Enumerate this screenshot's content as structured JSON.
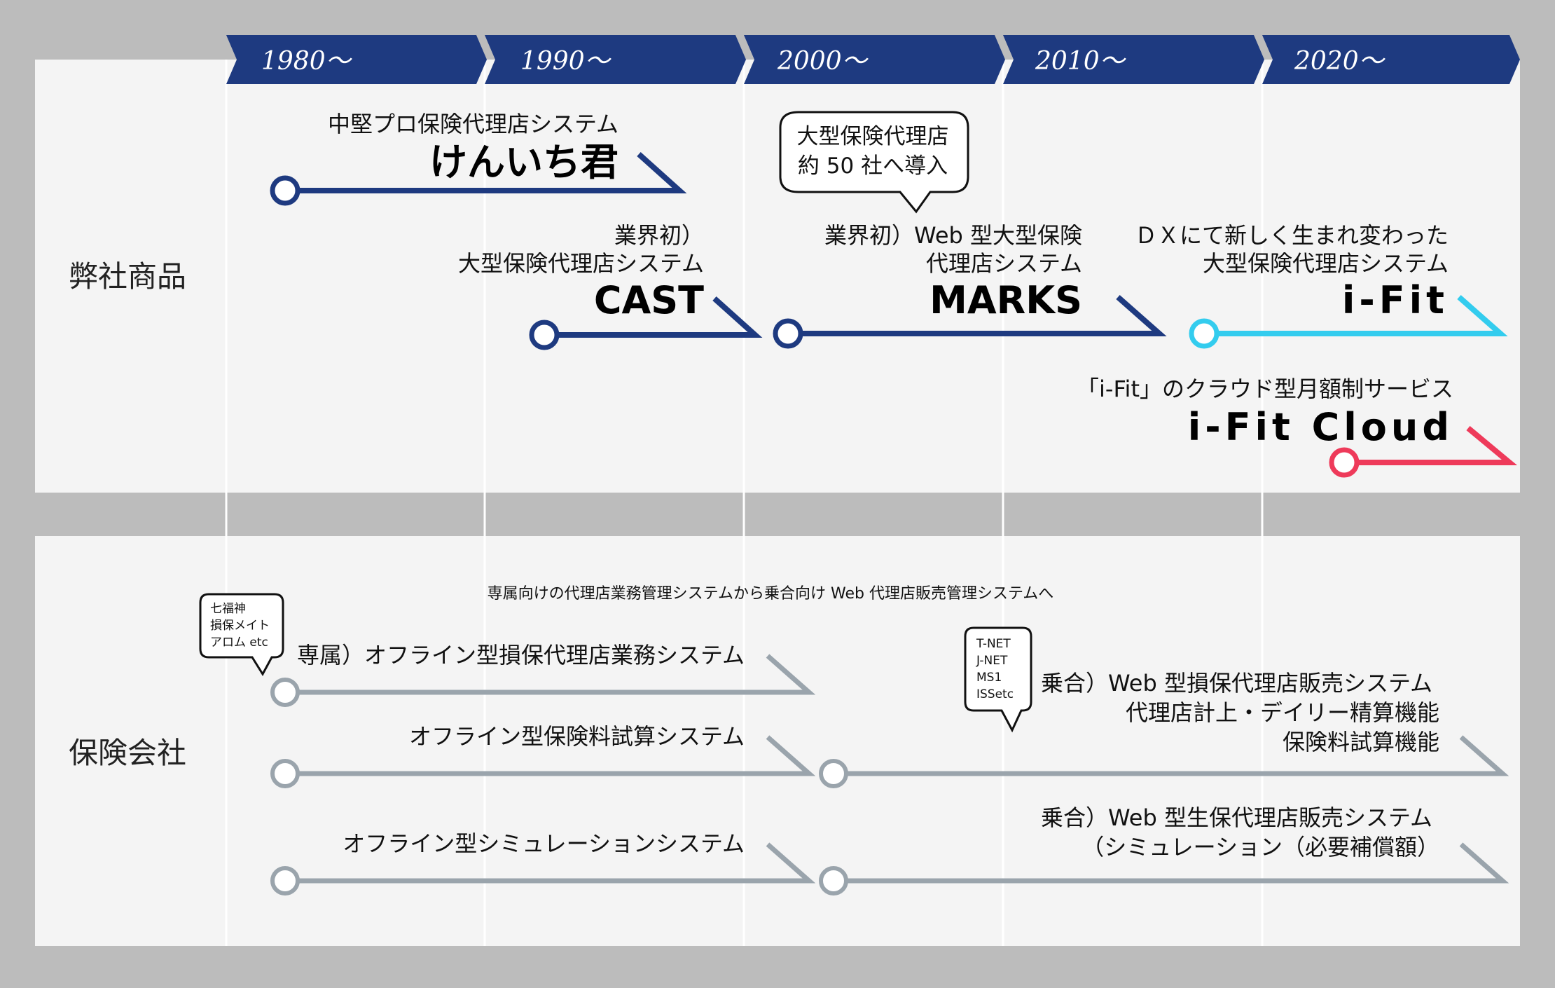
{
  "eras": [
    "1980〜",
    "1990〜",
    "2000〜",
    "2010〜",
    "2020〜"
  ],
  "rows": {
    "company": "弊社商品",
    "insurer": "保険会社"
  },
  "company_items": {
    "kenichi": {
      "subtitle": "中堅プロ保険代理店システム",
      "name": "けんいち君"
    },
    "cast": {
      "line1": "業界初）",
      "line2": "大型保険代理店システム",
      "name": "CAST"
    },
    "marks": {
      "line1": "業界初）Web 型大型保険",
      "line2": "代理店システム",
      "name": "MARKS"
    },
    "ifit": {
      "line1": "ＤＸにて新しく生まれ変わった",
      "line2": "大型保険代理店システム",
      "name": "i-Fit"
    },
    "ifit_cloud": {
      "subtitle": "「i-Fit」のクラウド型月額制サービス",
      "name": "i-Fit Cloud"
    }
  },
  "marks_callout": {
    "line1": "大型保険代理店",
    "line2": "約 50 社へ導入"
  },
  "insurer_note": "専属向けの代理店業務管理システムから乗合向け Web 代理店販売管理システムへ",
  "insurer_callout_left": {
    "line1": "七福神",
    "line2": "損保メイト",
    "line3": "アロム etc"
  },
  "insurer_callout_right": {
    "line1": "T-NET",
    "line2": "J-NET",
    "line3": "MS1",
    "line4": "ISSetc"
  },
  "insurer_items": {
    "offline_nonlife": "専属）オフライン型損保代理店業務システム",
    "offline_premium": "オフライン型保険料試算システム",
    "offline_sim": "オフライン型シミュレーションシステム",
    "web_nonlife": {
      "line1": "乗合）Web 型損保代理店販売システム",
      "line2": "代理店計上・デイリー精算機能",
      "line3": "保険料試算機能"
    },
    "web_life": {
      "line1": "乗合）Web 型生保代理店販売システム",
      "line2": "（シミュレーション（必要補償額）"
    }
  },
  "colors": {
    "navy": "#1e3a80",
    "cyan": "#33ccee",
    "pink": "#ee3a5a",
    "gray_line": "#9aa4ac",
    "panel": "#f4f4f4",
    "background": "#bcbcbc"
  }
}
